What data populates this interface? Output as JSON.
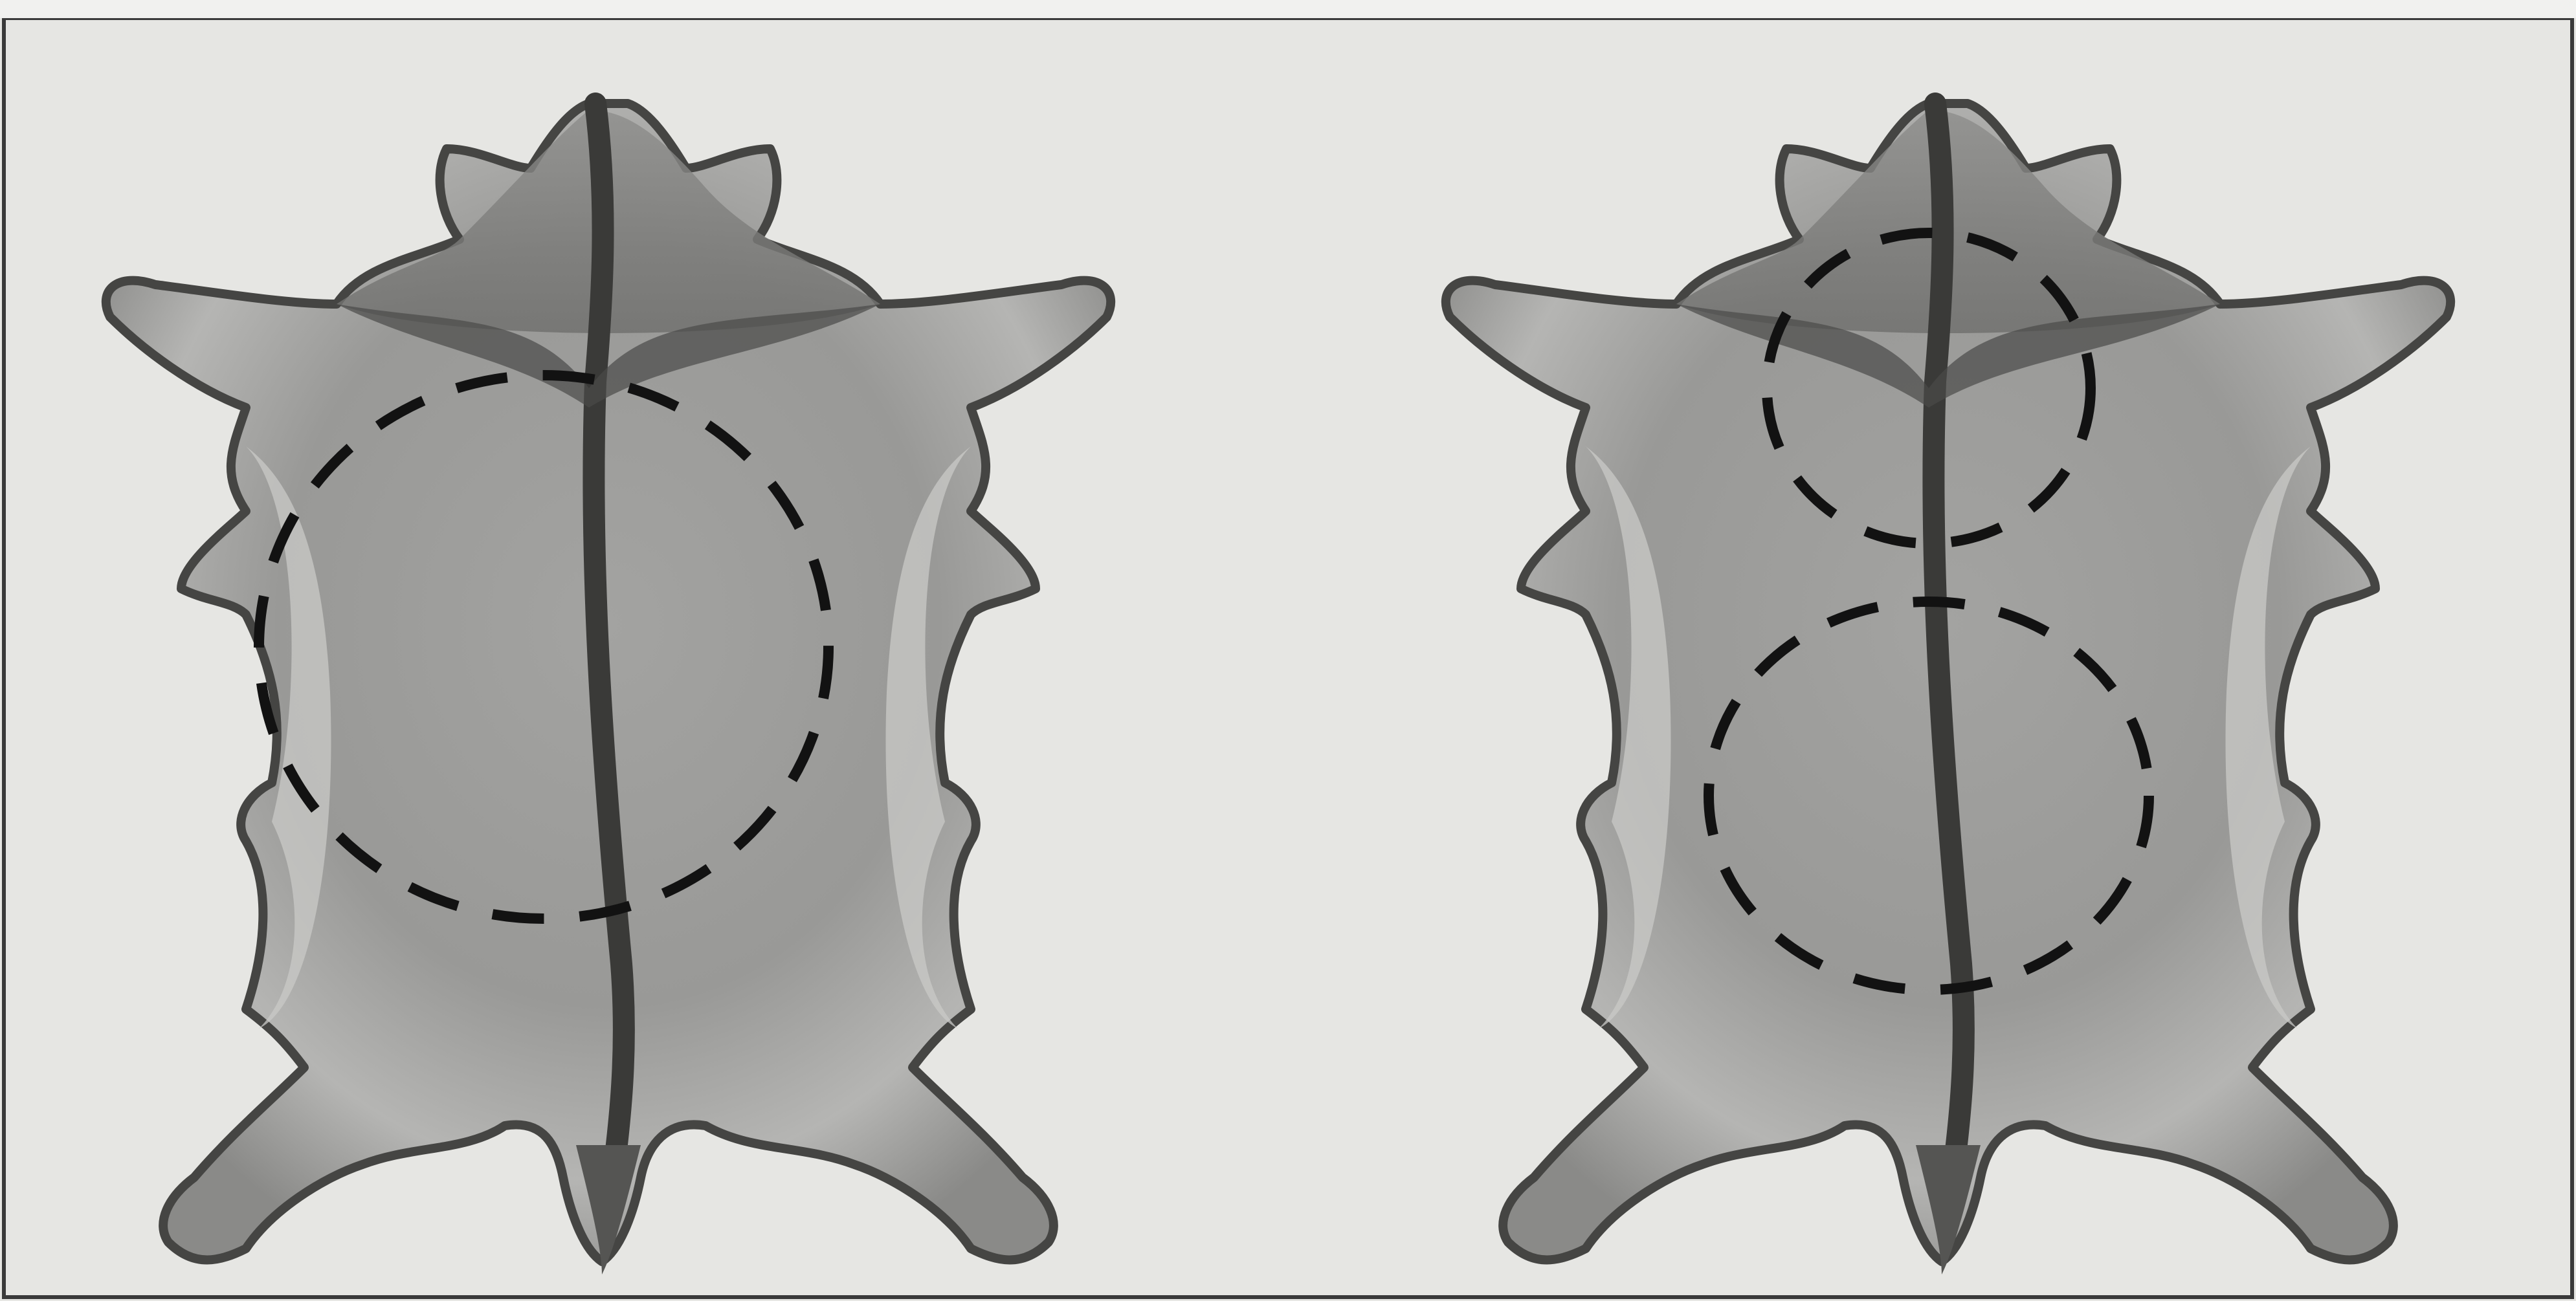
{
  "figure": {
    "panels": [
      {
        "id": "left",
        "subject": "hide",
        "marked_regions": 1,
        "region_style": "dashed-circle"
      },
      {
        "id": "right",
        "subject": "hide",
        "marked_regions": 2,
        "region_style": "dashed-circle"
      }
    ],
    "colors": {
      "background": "#e6e6e3",
      "border": "#3a3a3a",
      "hide_light": "#bdbdbb",
      "hide_mid": "#9c9c9a",
      "hide_dark": "#5c5c5a",
      "spine": "#3a3a38",
      "dashes": "#121212"
    }
  }
}
